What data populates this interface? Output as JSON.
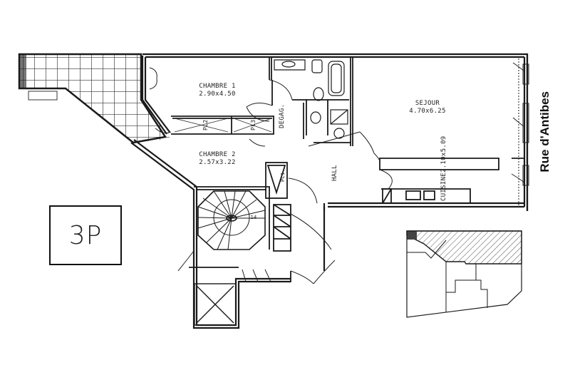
{
  "plan": {
    "type_badge": "3P",
    "street_label": "Rue d'Antibes",
    "rooms": [
      {
        "name": "CHAMBRE 1",
        "size": "2.90x4.50"
      },
      {
        "name": "CHAMBRE 2",
        "size": "2.57x3.22"
      },
      {
        "name": "SEJOUR",
        "size": "4.70x6.25"
      },
      {
        "name": "CUISINE",
        "size": "2.10x5.09"
      },
      {
        "name": "HALL",
        "size": ""
      },
      {
        "name": "DEGAG.",
        "size": ""
      }
    ],
    "closets": [
      "PL2",
      "PL3",
      "PL1"
    ],
    "stair_marker": "14"
  },
  "colors": {
    "line": "#1a1a1a",
    "hatch": "#555555",
    "background": "#ffffff"
  }
}
